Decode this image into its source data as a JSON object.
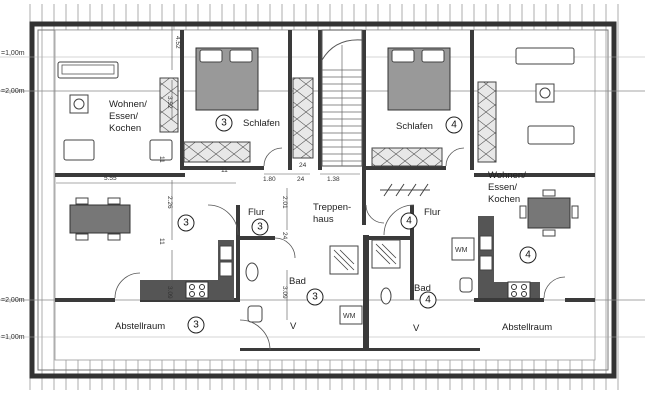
{
  "levels": {
    "top_left": "=1,00m",
    "upper_left": "=2,00m",
    "lower_left": "=2,00m",
    "bottom_left": "=1,00m"
  },
  "dimensions": {
    "d_452": "4.52",
    "d_352": "3.52",
    "d_555": "5.55",
    "d_226": "2.26",
    "d_11_a": "11",
    "d_11_b": "11",
    "d_11_c": "11",
    "d_180": "1.80",
    "d_24_a": "24",
    "d_24_b": "24",
    "d_24_c": "24",
    "d_138": "1.38",
    "d_201": "2.01",
    "d_309_a": "3.09",
    "d_309_b": "3.09"
  },
  "rooms": {
    "wohnen_left": [
      "Wohnen/",
      "Essen/",
      "Kochen"
    ],
    "schlafen_left": "Schlafen",
    "schlafen_left_num": "3",
    "flur_left": "Flur",
    "flur_left_num": "3",
    "treppenhaus": [
      "Treppen-",
      "haus"
    ],
    "flur_right": "Flur",
    "flur_right_num": "4",
    "schlafen_right": "Schlafen",
    "schlafen_right_num": "4",
    "wohnen_right": [
      "Wohnen/",
      "Essen/",
      "Kochen"
    ],
    "dining_left_num": "3",
    "dining_right_num": "4",
    "bad_left": "Bad",
    "bad_left_num": "3",
    "bad_right": "Bad",
    "bad_right_num": "4",
    "wm_left": "WM",
    "wm_right": "WM",
    "abstellraum_left": "Abstellraum",
    "abstellraum_left_num": "3",
    "abstellraum_right": "Abstellraum",
    "v_left": "V",
    "v_right": "V"
  }
}
